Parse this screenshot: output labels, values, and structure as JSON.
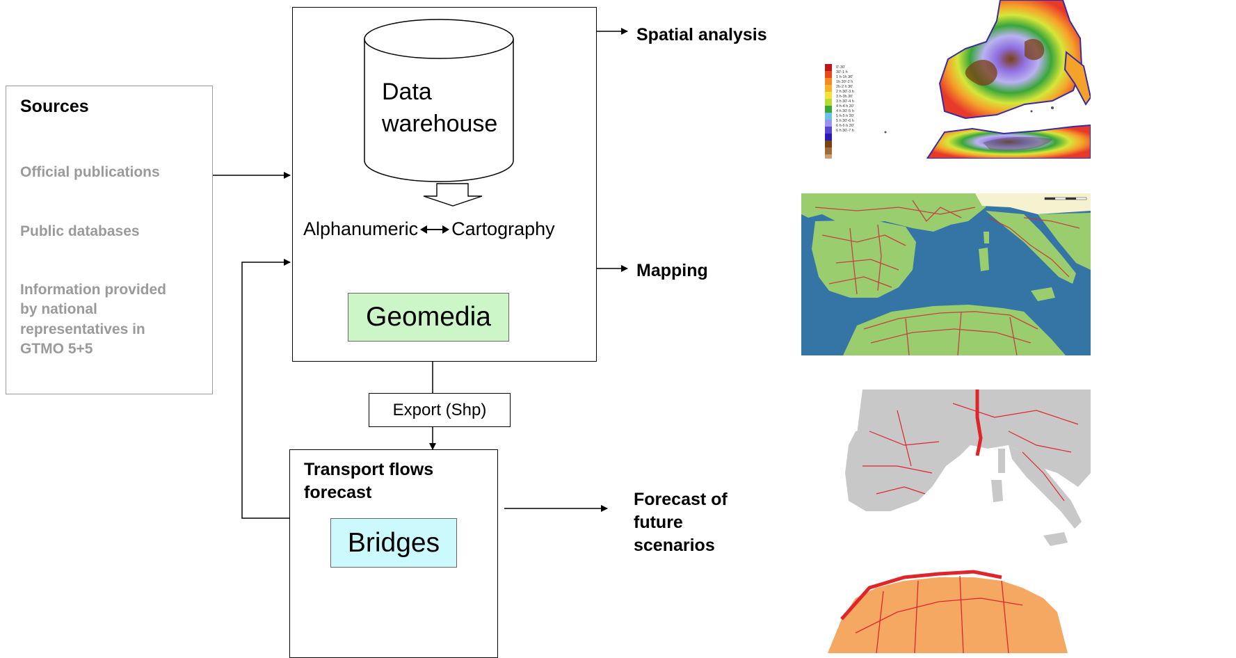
{
  "sources": {
    "title": "Sources",
    "items": [
      "Official publications",
      "Public databases",
      "Information provided\nby national\nrepresentatives in\nGTMO 5+5"
    ]
  },
  "warehouse": {
    "cylinder_label": "Data\nwarehouse",
    "exchange_left": "Alphanumeric",
    "exchange_right": "Cartography",
    "software": "Geomedia"
  },
  "export_label": "Export (Shp)",
  "forecast": {
    "title": "Transport flows\nforecast",
    "software": "Bridges"
  },
  "outputs": {
    "spatial": "Spatial analysis",
    "mapping": "Mapping",
    "future": "Forecast of\nfuture\nscenarios"
  },
  "legend_ranges": [
    "0'-30'",
    "30'-1 h",
    "1 h-1h 30'",
    "1h 30'-2 h",
    "2h-2 h 30'",
    "2 h 30'-3 h",
    "3 h-3h 30'",
    "3 h 30'-4 h",
    "4 h-4 h 30'",
    "4 h 30'-5 h",
    "5 h-5 h 30'",
    "5 h 30'-6 h",
    "6 h-6 h 30'",
    "6 h 30'-7 h"
  ],
  "colors": {
    "green_fill": "#ccf5c8",
    "cyan_fill": "#ccfafc",
    "source_text": "#9a9a9a"
  }
}
